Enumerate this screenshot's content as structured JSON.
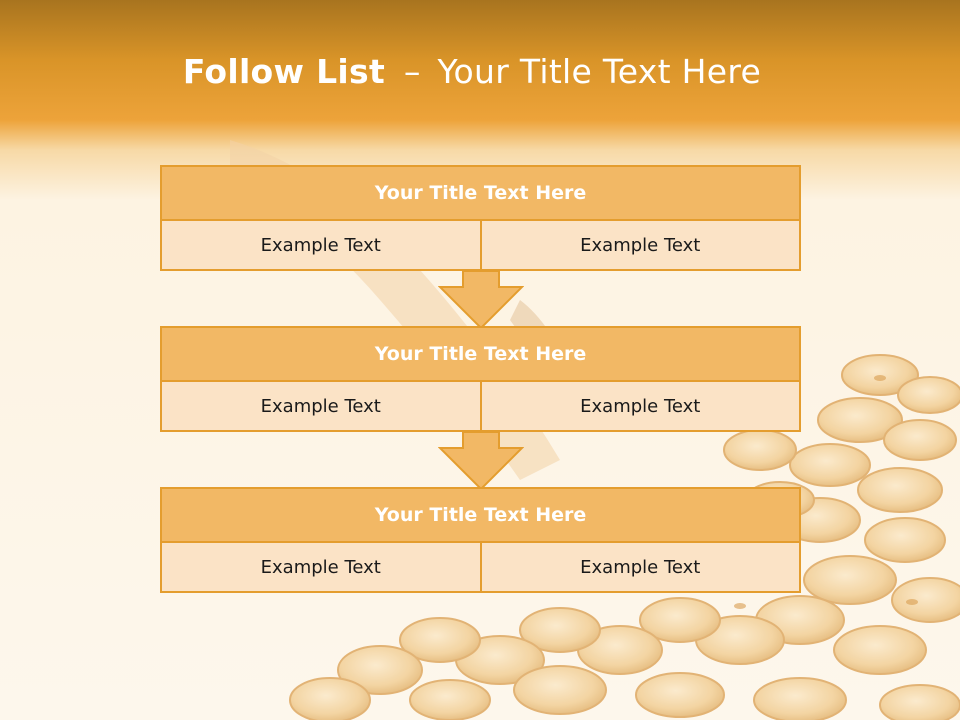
{
  "slide": {
    "title_bold": "Follow List",
    "title_separator": "–",
    "title_rest": "Your Title Text Here"
  },
  "steps": [
    {
      "title": "Your Title Text Here",
      "left": "Example Text",
      "right": "Example Text"
    },
    {
      "title": "Your Title Text Here",
      "left": "Example Text",
      "right": "Example Text"
    },
    {
      "title": "Your Title Text Here",
      "left": "Example Text",
      "right": "Example Text"
    }
  ],
  "colors": {
    "header_band": "#eda33a",
    "box_header": "#f2b865",
    "box_cell": "#fbe3c6",
    "box_border": "#e49d2e"
  },
  "icons": {
    "connector": "down-arrow-icon",
    "background": "coin-pile-illustration"
  }
}
